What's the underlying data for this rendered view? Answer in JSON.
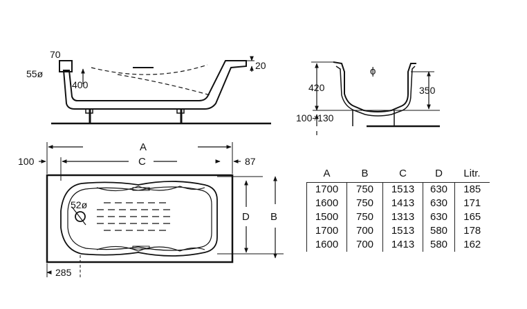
{
  "side_view": {
    "dim_70": "70",
    "dim_55": "55ø",
    "dim_400": "400",
    "dim_20": "20"
  },
  "end_view": {
    "dim_420": "420",
    "dim_350": "350",
    "dim_leg": "100÷130",
    "dia": "ϕ"
  },
  "top_view": {
    "dim_A": "A",
    "dim_C": "C",
    "dim_100": "100",
    "dim_87": "87",
    "dim_D": "D",
    "dim_B": "B",
    "dim_52": "52ø",
    "dim_285": "285"
  },
  "spec_table": {
    "headers": [
      "A",
      "B",
      "C",
      "D",
      "Litr."
    ],
    "rows": [
      [
        "1700",
        "750",
        "1513",
        "630",
        "185"
      ],
      [
        "1600",
        "750",
        "1413",
        "630",
        "171"
      ],
      [
        "1500",
        "750",
        "1313",
        "630",
        "165"
      ],
      [
        "1700",
        "700",
        "1513",
        "580",
        "178"
      ],
      [
        "1600",
        "700",
        "1413",
        "580",
        "162"
      ]
    ]
  }
}
